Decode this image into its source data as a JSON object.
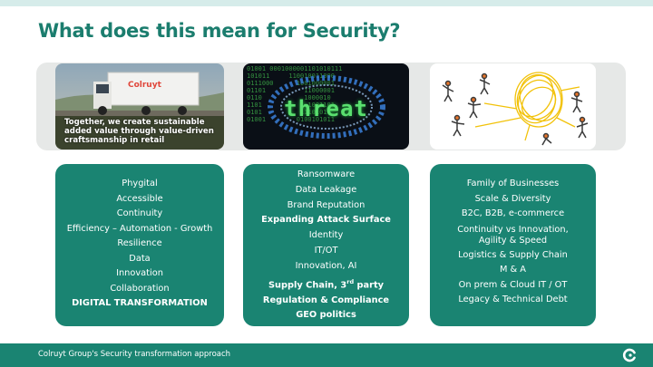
{
  "slide": {
    "title": "What does this mean for Security?"
  },
  "images": {
    "truck": {
      "brand": "Colruyt",
      "caption": "Together, we create sustainable added value through value-driven craftsmanship in retail"
    },
    "threat": {
      "word": "threat"
    },
    "people": {
      "icon": "tangled-string-people-icon"
    }
  },
  "panels": {
    "business": {
      "items": [
        "Phygital",
        "Accessible",
        "Continuity",
        "Efficiency – Automation - Growth",
        "Resilience",
        "Data",
        "Innovation",
        "Collaboration",
        "DIGITAL TRANSFORMATION"
      ]
    },
    "threats": {
      "items": [
        "Ransomware",
        "Data Leakage",
        "Brand Reputation",
        "Expanding Attack Surface",
        "Identity",
        "IT/OT",
        "Innovation, AI",
        "Supply Chain, 3",
        "Regulation & Compliance",
        "GEO politics"
      ],
      "supply_sup": "rd",
      "supply_tail": " party"
    },
    "context": {
      "items": [
        "Family of Businesses",
        "Scale & Diversity",
        "B2C, B2B, e-commerce",
        "Continuity vs Innovation, Agility & Speed",
        "Logistics & Supply Chain",
        "M & A",
        "On prem & Cloud IT / OT",
        "Legacy & Technical Debt"
      ]
    }
  },
  "footer": {
    "text": "Colruyt Group's Security transformation approach"
  },
  "colors": {
    "accent": "#1a8472",
    "title": "#1b7d6e",
    "band": "#e6e8e7"
  }
}
